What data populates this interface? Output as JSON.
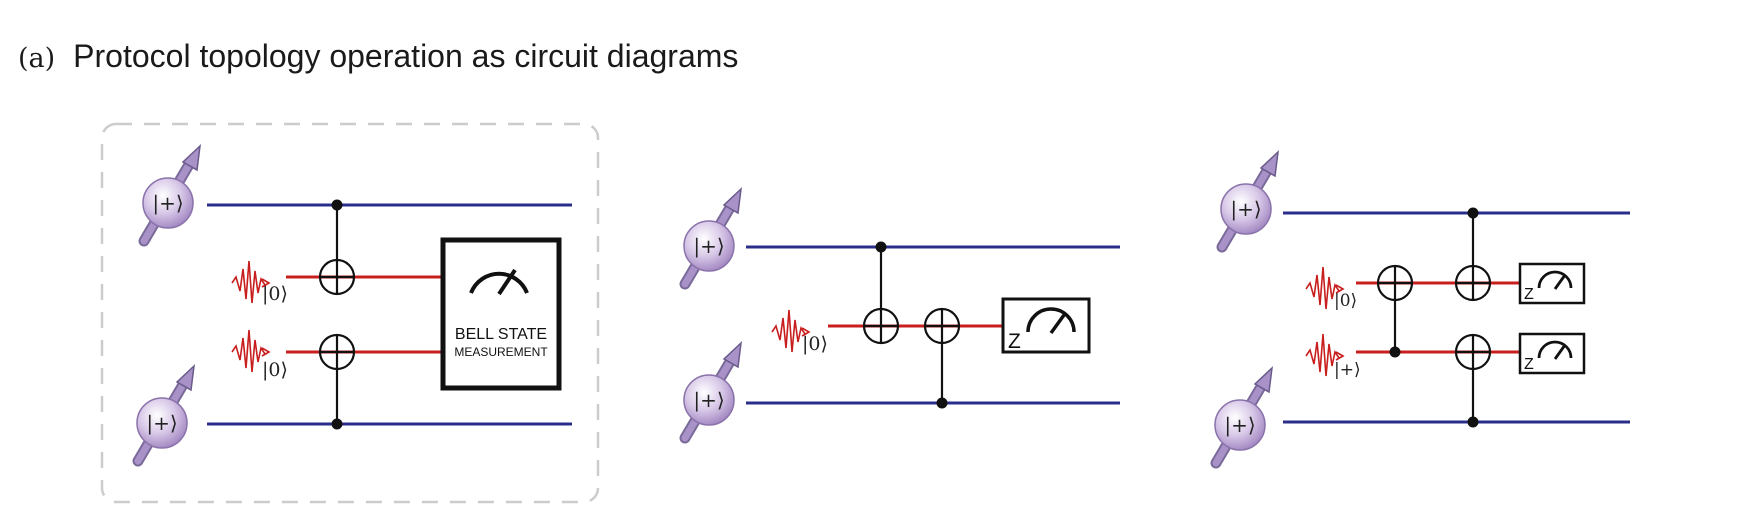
{
  "header": {
    "panel_label": "(a)",
    "title": "Protocol topology operation as circuit diagrams"
  },
  "diagrams": [
    {
      "id": "bell-state-protocol",
      "spin_states": [
        "|+⟩",
        "|+⟩"
      ],
      "ancilla_states": [
        "|0⟩",
        "|0⟩"
      ],
      "measurement_box": {
        "line1": "BELL STATE",
        "line2": "MEASUREMENT"
      }
    },
    {
      "id": "single-ancilla-protocol",
      "spin_states": [
        "|+⟩",
        "|+⟩"
      ],
      "ancilla_states": [
        "|0⟩"
      ],
      "measurement_basis": [
        "Z"
      ]
    },
    {
      "id": "two-ancilla-protocol",
      "spin_states": [
        "|+⟩",
        "|+⟩"
      ],
      "ancilla_states": [
        "|0⟩",
        "|+⟩"
      ],
      "measurement_basis": [
        "Z",
        "Z"
      ]
    }
  ],
  "colors": {
    "spin_wire": "#2a2d8a",
    "ancilla_wire": "#c81e1e",
    "gate": "#111111",
    "spin_sphere": "#c9b5dc",
    "spin_arrow": "#9b86be",
    "dashed_box": "#cccccc"
  }
}
